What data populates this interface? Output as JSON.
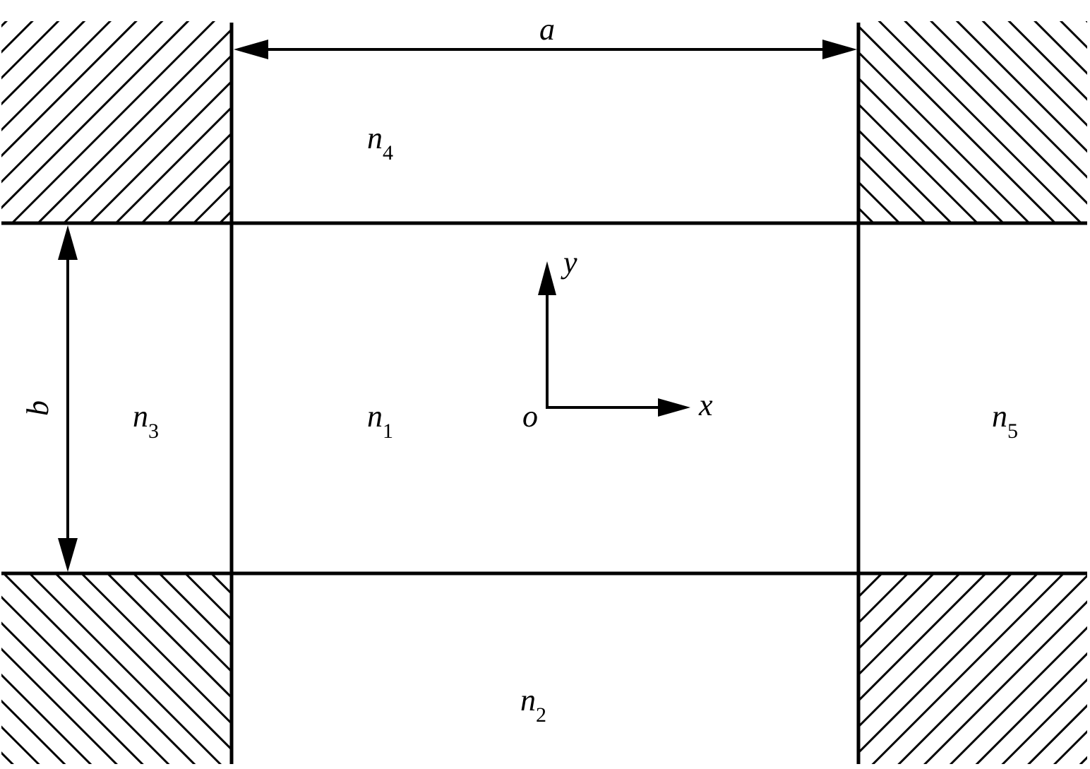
{
  "labels": {
    "a": "a",
    "b": "b",
    "x": "x",
    "y": "y",
    "origin": "o"
  },
  "regions": [
    {
      "letter": "n",
      "index": "1"
    },
    {
      "letter": "n",
      "index": "2"
    },
    {
      "letter": "n",
      "index": "3"
    },
    {
      "letter": "n",
      "index": "4"
    },
    {
      "letter": "n",
      "index": "5"
    }
  ],
  "colors": {
    "ink": "#000000",
    "background": "#ffffff"
  }
}
